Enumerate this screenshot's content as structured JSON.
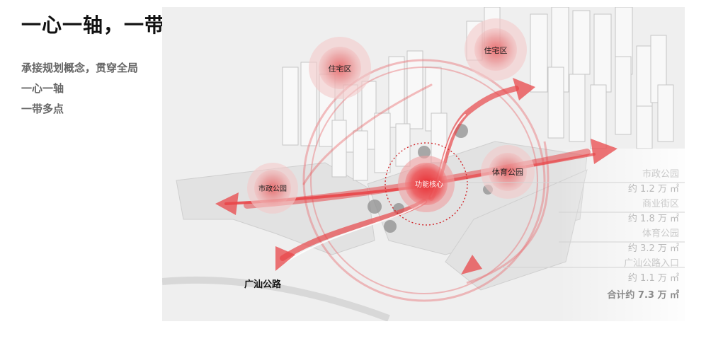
{
  "header": {
    "title": "一心一轴，一带多点"
  },
  "intro": {
    "lines": [
      "承接规划概念，贯穿全局",
      "一心一轴",
      "一带多点"
    ]
  },
  "map": {
    "nodes": {
      "residential_left": "住宅区",
      "residential_right": "住宅区",
      "municipal_park": "市政公园",
      "core": "功能核心",
      "sports_park": "体育公园"
    },
    "road_label": "广汕公路",
    "accent_color": "#e8474a"
  },
  "stats": {
    "items": [
      {
        "label": "市政公园",
        "value": "约 1.2 万 ㎡"
      },
      {
        "label": "商业街区",
        "value": "约 1.8 万 ㎡"
      },
      {
        "label": "体育公园",
        "value": "约 3.2 万 ㎡"
      },
      {
        "label": "广汕公路入口",
        "value": "约 1.1 万 ㎡"
      }
    ],
    "total": "合计约 7.3 万 ㎡"
  }
}
